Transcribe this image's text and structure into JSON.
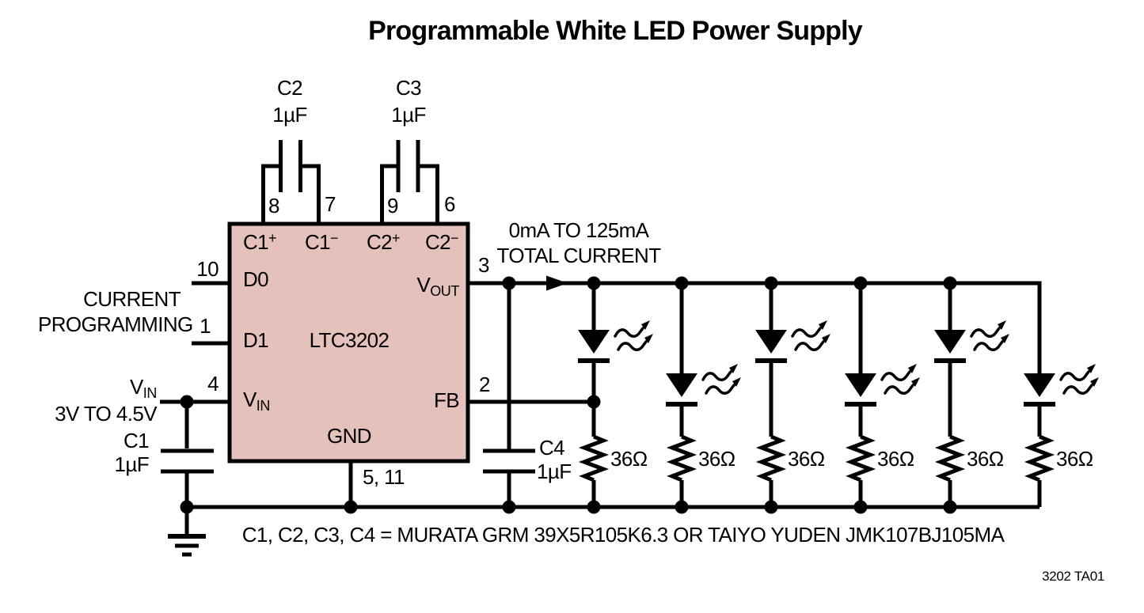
{
  "title": "Programmable White LED Power Supply",
  "fig_label": "3202 TA01",
  "note": "C1, C2, C3, C4 = MURATA GRM 39X5R105K6.3 OR TAIYO YUDEN JMK107BJ105MA",
  "colors": {
    "ic_fill": "#e4c1ba",
    "wire": "#000000"
  },
  "ic": {
    "name": "LTC3202",
    "top_pins": [
      {
        "number": "8",
        "base": "C1",
        "sup": "+"
      },
      {
        "number": "7",
        "base": "C1",
        "sup": "−"
      },
      {
        "number": "9",
        "base": "C2",
        "sup": "+"
      },
      {
        "number": "6",
        "base": "C2",
        "sup": "−"
      }
    ],
    "left_pins": [
      {
        "number": "10",
        "label": "D0"
      },
      {
        "number": "1",
        "label": "D1"
      },
      {
        "number": "4",
        "base": "V",
        "sub": "IN"
      }
    ],
    "right_pins": [
      {
        "number": "3",
        "base": "V",
        "sub": "OUT"
      },
      {
        "number": "2",
        "label": "FB"
      }
    ],
    "bottom_pin": {
      "numbers": "5, 11",
      "label": "GND"
    }
  },
  "labels": {
    "current_programming_line1": "CURRENT",
    "current_programming_line2": "PROGRAMMING",
    "vin_base": "V",
    "vin_sub": "IN",
    "vin_range": "3V TO 4.5V",
    "output_current_line1": "0mA TO 125mA",
    "output_current_line2": "TOTAL CURRENT"
  },
  "capacitors": {
    "c1": {
      "name": "C1",
      "value": "1µF"
    },
    "c2": {
      "name": "C2",
      "value": "1µF"
    },
    "c3": {
      "name": "C3",
      "value": "1µF"
    },
    "c4": {
      "name": "C4",
      "value": "1µF"
    }
  },
  "led_strings": [
    {
      "resistor": "36Ω"
    },
    {
      "resistor": "36Ω"
    },
    {
      "resistor": "36Ω"
    },
    {
      "resistor": "36Ω"
    },
    {
      "resistor": "36Ω"
    },
    {
      "resistor": "36Ω"
    }
  ]
}
